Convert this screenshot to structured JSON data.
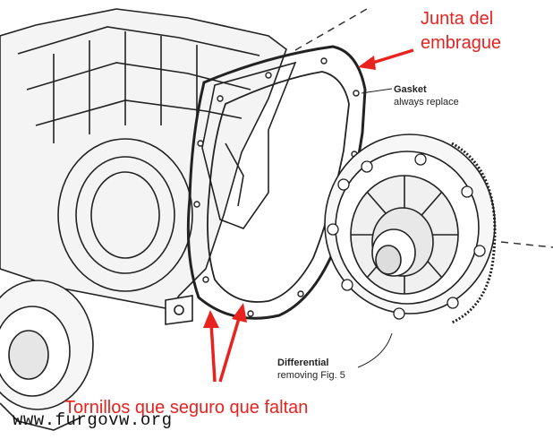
{
  "annotations": {
    "clutch_gasket": {
      "line1": "Junta del",
      "line2": "embrague",
      "color": "#e8231f"
    },
    "missing_bolts": {
      "text": "Tornillos que seguro que faltan",
      "color": "#e8231f"
    }
  },
  "callouts": {
    "gasket": {
      "title": "Gasket",
      "note": "always replace"
    },
    "differential": {
      "title": "Differential",
      "note": "removing Fig. 5"
    }
  },
  "watermark": "www.furgovw.org"
}
